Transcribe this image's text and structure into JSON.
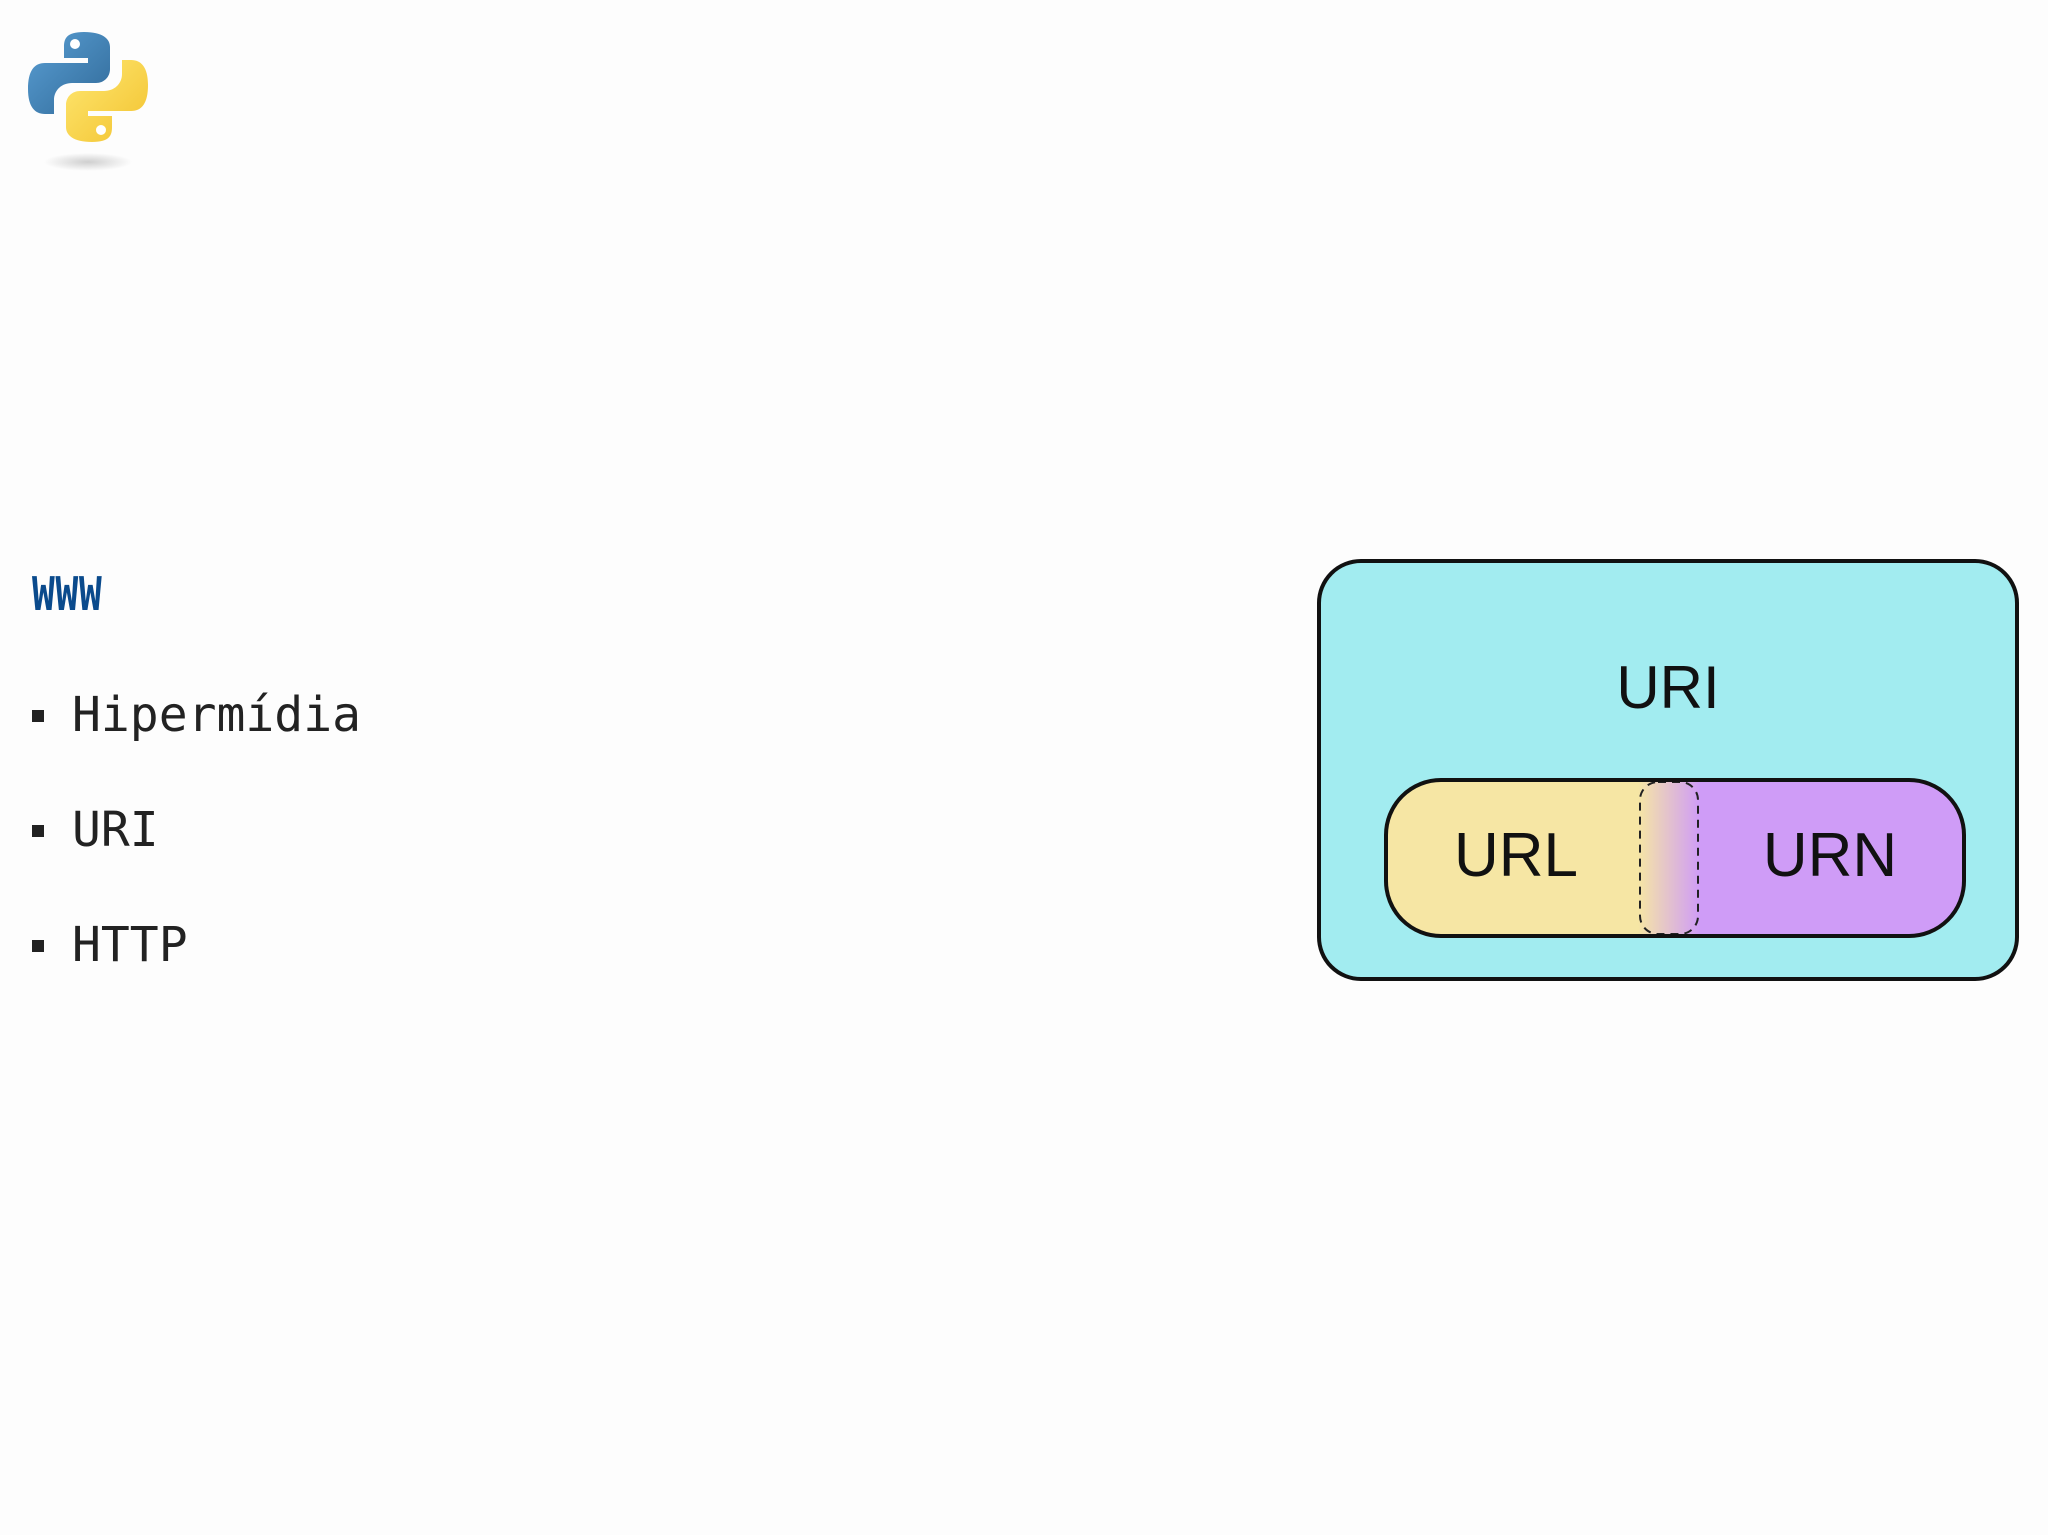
{
  "logo": {
    "icon": "python-logo-icon",
    "colors": {
      "blue": "#3a72a8",
      "yellow": "#f7cf3e"
    }
  },
  "slide": {
    "heading": "WWW",
    "bullets": [
      {
        "text": "Hipermídia"
      },
      {
        "text": "URI"
      },
      {
        "text": "HTTP"
      }
    ]
  },
  "diagram": {
    "outer_label": "URI",
    "left_label": "URL",
    "right_label": "URN",
    "colors": {
      "outer_fill": "#a2ecf0",
      "left_fill": "#f6e6a4",
      "right_fill": "#cf9cf7",
      "stroke": "#111111"
    }
  }
}
